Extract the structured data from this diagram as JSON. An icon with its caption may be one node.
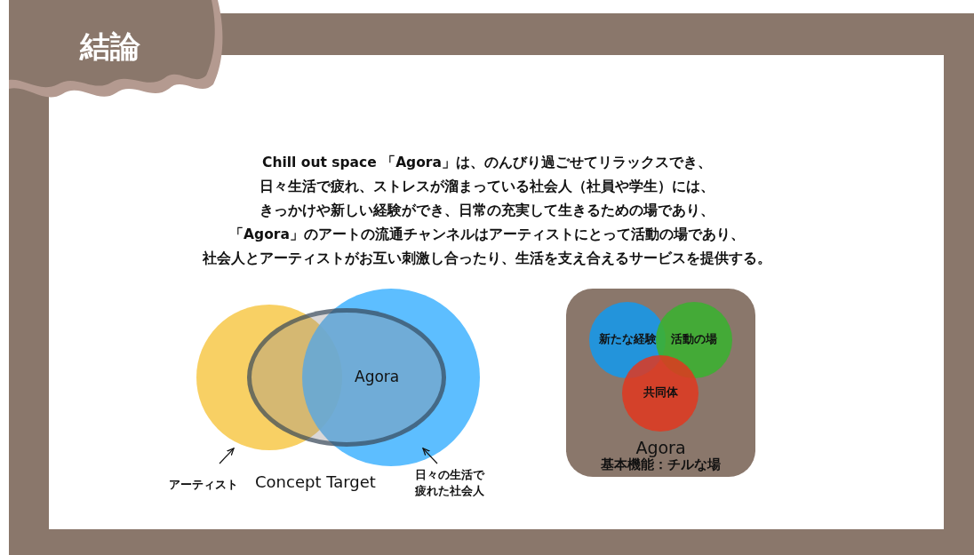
{
  "diagram": {
    "title": "結論",
    "nodes": [
      {
        "text": [],
        "shape": "circle"
      },
      {
        "text": [],
        "shape": "circle"
      },
      {
        "text": [
          "Agora"
        ]
      },
      {
        "text": [
          "アーティスト"
        ]
      },
      {
        "text": [
          "日々の生活で疲れた社会人"
        ]
      },
      {
        "text": [
          "Agora",
          "基本機能：チルな場"
        ]
      },
      {
        "text": [
          "新たな経験"
        ],
        "in": 5
      },
      {
        "text": [
          "活動の場"
        ],
        "in": 5
      },
      {
        "text": [
          "共同体"
        ],
        "in": 5
      }
    ],
    "edges": [
      {
        "from": 3,
        "to": 0,
        "arrow": "to"
      },
      {
        "from": 4,
        "to": 1,
        "arrow": "to"
      }
    ],
    "labels": [
      "Chill out  space 「Agora」は、のんびり過ごせてリラックスでき、",
      "日々生活で疲れ、ストレスが溜まっている社会人（社員や学生）には、",
      "きっかけや新しい経験ができ、日常の充実して生きるための場であり、",
      "「Agora」のアートの流通チャンネルはアーティストにとって活動の場であり、",
      "社会人とアーティストがお互い刺激し合ったり、生活を支え合えるサービスを提供する。",
      "Concept Target"
    ]
  }
}
